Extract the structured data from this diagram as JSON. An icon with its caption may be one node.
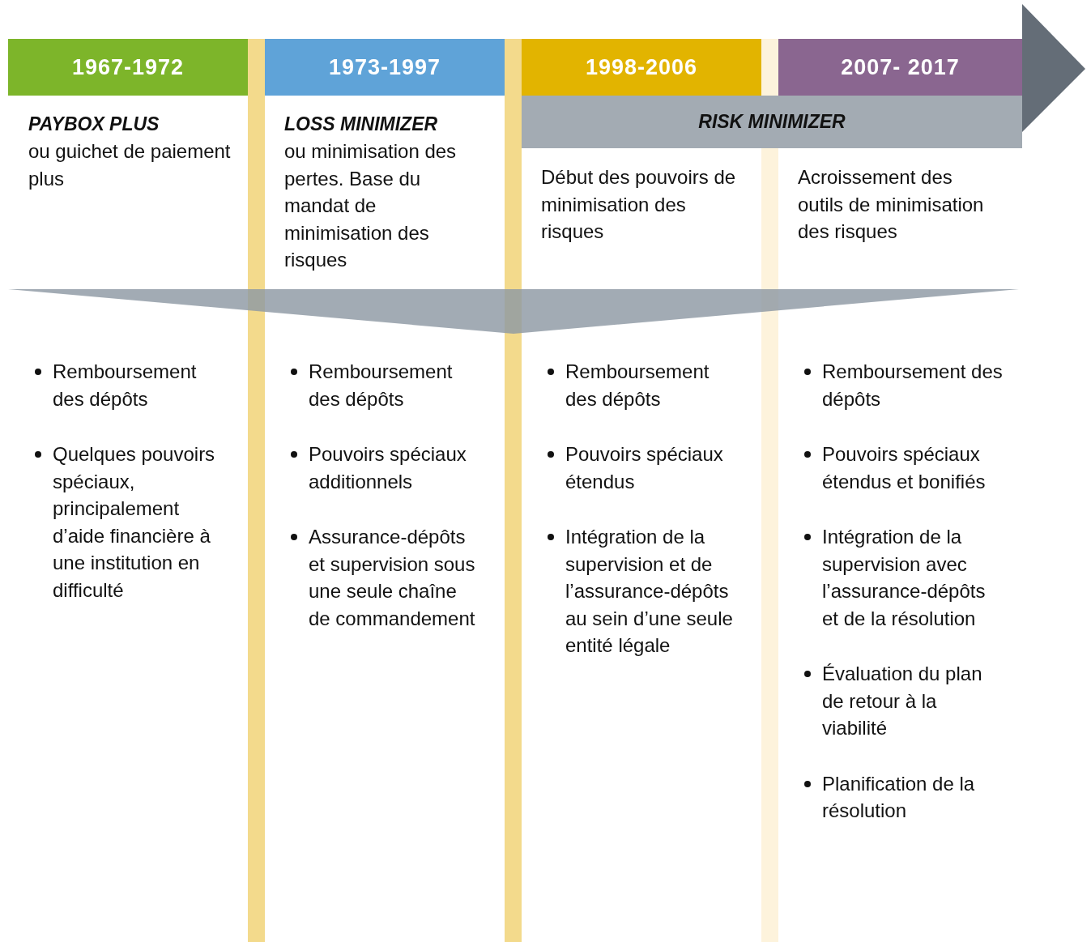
{
  "diagram": {
    "nodes": [
      {
        "text": [
          "1967-1972"
        ]
      },
      {
        "text": [
          "1973-1997"
        ]
      },
      {
        "text": [
          "1998-2006"
        ]
      },
      {
        "text": [
          "2007- 2017"
        ]
      },
      {
        "text": [
          "RISK MINIMIZER"
        ]
      }
    ],
    "labels": [
      "PAYBOX PLUS",
      "ou guichet de paiement plus",
      "LOSS MINIMIZER",
      "ou minimisation des pertes.  Base du mandat de minimisation des risques",
      "Début des pouvoirs de minimisation des risques",
      "Acroissement des outils de minimisation des risques",
      "Remboursement des dépôts",
      "Quelques pouvoirs spéciaux, principalement d’aide financière à une institution en difficulté",
      "Remboursement des dépôts",
      "Pouvoirs spéciaux additionnels",
      "Assurance-dépôts et supervision sous une seule chaîne de commandement",
      "Remboursement des dépôts",
      "Pouvoirs spéciaux étendus",
      "Intégration de la supervision et de l’assurance-dépôts au sein d’une seule entité légale",
      "Remboursement des dépôts",
      "Pouvoirs spéciaux étendus et bonifiés",
      "Intégration de la supervision avec l’assurance-dépôts et de la résolution",
      "Évaluation du plan de retour à la viabilité",
      "Planification de la résolution"
    ]
  }
}
